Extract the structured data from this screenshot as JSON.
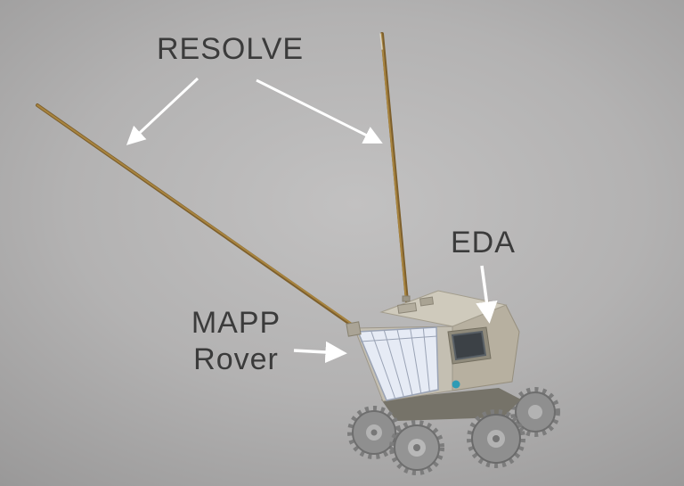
{
  "figure": {
    "type": "labeled-diagram",
    "subject": "MAPP lunar rover concept with RESOLVE antennas and EDA payload",
    "labels": {
      "resolve": "RESOLVE",
      "eda": "EDA",
      "mapp_line1": "MAPP",
      "mapp_line2": "Rover"
    },
    "icons": {
      "resolve-arrow-left-icon": "white arrow from RESOLVE label to left antenna",
      "resolve-arrow-right-icon": "white arrow from RESOLVE label to right antenna",
      "eda-arrow-icon": "white arrow from EDA label to rover top deck",
      "mapp-arrow-icon": "white arrow from MAPP Rover label to rover body"
    },
    "colors": {
      "background_center": "#c2c1c1",
      "background_edge": "#787777",
      "label_text": "#3b3b3b",
      "arrow": "#ffffff",
      "antenna": "#977438",
      "rover_body_top": "#cfcabc",
      "rover_body_side": "#b7b0a0",
      "solar_panel": "#e6ebf5",
      "window_dark": "#3c4146",
      "wheel": "#919191",
      "accent_dot": "#2e9bb5"
    }
  }
}
